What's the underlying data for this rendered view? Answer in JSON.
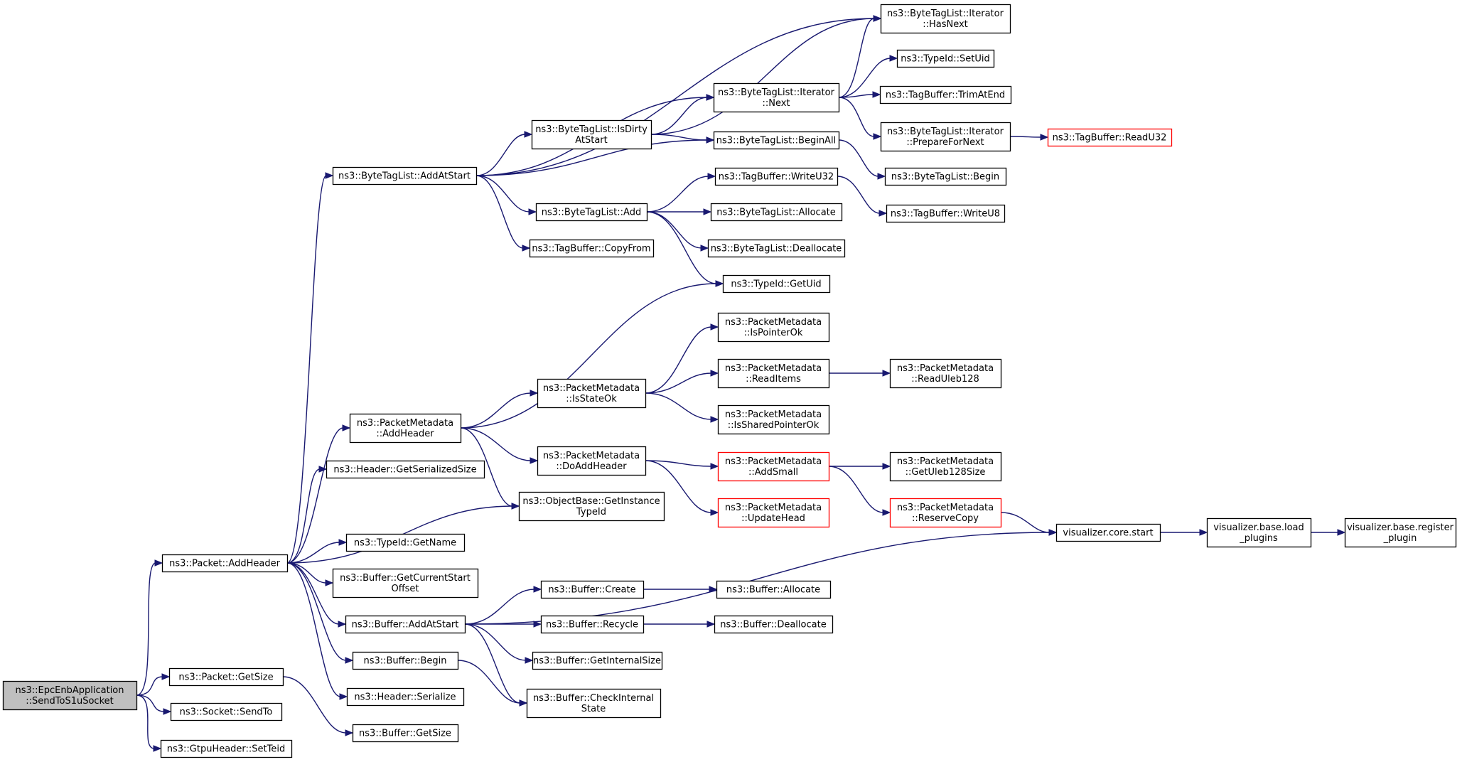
{
  "nodes": [
    {
      "id": "root",
      "lines": [
        "ns3::EpcEnbApplication",
        "::SendToS1uSocket"
      ],
      "style": "root"
    },
    {
      "id": "pkt_addheader",
      "lines": [
        "ns3::Packet::AddHeader"
      ]
    },
    {
      "id": "pkt_getsize",
      "lines": [
        "ns3::Packet::GetSize"
      ]
    },
    {
      "id": "sock_sendto",
      "lines": [
        "ns3::Socket::SendTo"
      ]
    },
    {
      "id": "gtpu_setteid",
      "lines": [
        "ns3::GtpuHeader::SetTeid"
      ]
    },
    {
      "id": "btl_addatstart",
      "lines": [
        "ns3::ByteTagList::AddAtStart"
      ]
    },
    {
      "id": "pm_addheader",
      "lines": [
        "ns3::PacketMetadata",
        "::AddHeader"
      ]
    },
    {
      "id": "hdr_getsersize",
      "lines": [
        "ns3::Header::GetSerializedSize"
      ]
    },
    {
      "id": "tid_getname",
      "lines": [
        "ns3::TypeId::GetName"
      ]
    },
    {
      "id": "buf_getcurstart",
      "lines": [
        "ns3::Buffer::GetCurrentStart",
        "Offset"
      ]
    },
    {
      "id": "buf_addatstart",
      "lines": [
        "ns3::Buffer::AddAtStart"
      ]
    },
    {
      "id": "buf_begin",
      "lines": [
        "ns3::Buffer::Begin"
      ]
    },
    {
      "id": "hdr_serialize",
      "lines": [
        "ns3::Header::Serialize"
      ]
    },
    {
      "id": "buf_getsize",
      "lines": [
        "ns3::Buffer::GetSize"
      ]
    },
    {
      "id": "btl_isdirty",
      "lines": [
        "ns3::ByteTagList::IsDirty",
        "AtStart"
      ]
    },
    {
      "id": "btl_add",
      "lines": [
        "ns3::ByteTagList::Add"
      ]
    },
    {
      "id": "tb_copyfrom",
      "lines": [
        "ns3::TagBuffer::CopyFrom"
      ]
    },
    {
      "id": "pm_isstateok",
      "lines": [
        "ns3::PacketMetadata",
        "::IsStateOk"
      ]
    },
    {
      "id": "pm_doaddheader",
      "lines": [
        "ns3::PacketMetadata",
        "::DoAddHeader"
      ]
    },
    {
      "id": "ob_getinstance",
      "lines": [
        "ns3::ObjectBase::GetInstance",
        "TypeId"
      ]
    },
    {
      "id": "buf_create",
      "lines": [
        "ns3::Buffer::Create"
      ]
    },
    {
      "id": "buf_recycle",
      "lines": [
        "ns3::Buffer::Recycle"
      ]
    },
    {
      "id": "buf_getinternal",
      "lines": [
        "ns3::Buffer::GetInternalSize"
      ]
    },
    {
      "id": "buf_checkinternal",
      "lines": [
        "ns3::Buffer::CheckInternal",
        "State"
      ]
    },
    {
      "id": "btli_next",
      "lines": [
        "ns3::ByteTagList::Iterator",
        "::Next"
      ]
    },
    {
      "id": "btl_beginall",
      "lines": [
        "ns3::ByteTagList::BeginAll"
      ]
    },
    {
      "id": "tb_writeu32",
      "lines": [
        "ns3::TagBuffer::WriteU32"
      ]
    },
    {
      "id": "btl_allocate",
      "lines": [
        "ns3::ByteTagList::Allocate"
      ]
    },
    {
      "id": "btl_deallocate",
      "lines": [
        "ns3::ByteTagList::Deallocate"
      ]
    },
    {
      "id": "tid_getuid",
      "lines": [
        "ns3::TypeId::GetUid"
      ]
    },
    {
      "id": "pm_ispointerok",
      "lines": [
        "ns3::PacketMetadata",
        "::IsPointerOk"
      ]
    },
    {
      "id": "pm_readitems",
      "lines": [
        "ns3::PacketMetadata",
        "::ReadItems"
      ]
    },
    {
      "id": "pm_issharedptrok",
      "lines": [
        "ns3::PacketMetadata",
        "::IsSharedPointerOk"
      ]
    },
    {
      "id": "pm_addsmall",
      "lines": [
        "ns3::PacketMetadata",
        "::AddSmall"
      ],
      "style": "red"
    },
    {
      "id": "pm_updatehead",
      "lines": [
        "ns3::PacketMetadata",
        "::UpdateHead"
      ],
      "style": "red"
    },
    {
      "id": "buf_allocate",
      "lines": [
        "ns3::Buffer::Allocate"
      ]
    },
    {
      "id": "buf_deallocate",
      "lines": [
        "ns3::Buffer::Deallocate"
      ]
    },
    {
      "id": "btli_hasnext",
      "lines": [
        "ns3::ByteTagList::Iterator",
        "::HasNext"
      ]
    },
    {
      "id": "tid_setuid",
      "lines": [
        "ns3::TypeId::SetUid"
      ]
    },
    {
      "id": "tb_trimatend",
      "lines": [
        "ns3::TagBuffer::TrimAtEnd"
      ]
    },
    {
      "id": "btli_prepare",
      "lines": [
        "ns3::ByteTagList::Iterator",
        "::PrepareForNext"
      ]
    },
    {
      "id": "btl_begin",
      "lines": [
        "ns3::ByteTagList::Begin"
      ]
    },
    {
      "id": "tb_writeu8",
      "lines": [
        "ns3::TagBuffer::WriteU8"
      ]
    },
    {
      "id": "pm_readuleb",
      "lines": [
        "ns3::PacketMetadata",
        "::ReadUleb128"
      ]
    },
    {
      "id": "pm_getulebsize",
      "lines": [
        "ns3::PacketMetadata",
        "::GetUleb128Size"
      ]
    },
    {
      "id": "pm_reservecopy",
      "lines": [
        "ns3::PacketMetadata",
        "::ReserveCopy"
      ],
      "style": "red"
    },
    {
      "id": "vis_core_start",
      "lines": [
        "visualizer.core.start"
      ]
    },
    {
      "id": "tb_readu32",
      "lines": [
        "ns3::TagBuffer::ReadU32"
      ],
      "style": "red"
    },
    {
      "id": "vis_load_plugins",
      "lines": [
        "visualizer.base.load",
        "_plugins"
      ]
    },
    {
      "id": "vis_register_plugin",
      "lines": [
        "visualizer.base.register",
        "_plugin"
      ]
    }
  ],
  "edges": [
    [
      "root",
      "pkt_addheader"
    ],
    [
      "root",
      "pkt_getsize"
    ],
    [
      "root",
      "sock_sendto"
    ],
    [
      "root",
      "gtpu_setteid"
    ],
    [
      "pkt_addheader",
      "btl_addatstart"
    ],
    [
      "pkt_addheader",
      "pm_addheader"
    ],
    [
      "pkt_addheader",
      "hdr_getsersize"
    ],
    [
      "pkt_addheader",
      "ob_getinstance"
    ],
    [
      "pkt_addheader",
      "tid_getname"
    ],
    [
      "pkt_addheader",
      "buf_getcurstart"
    ],
    [
      "pkt_addheader",
      "buf_addatstart"
    ],
    [
      "pkt_addheader",
      "buf_begin"
    ],
    [
      "pkt_addheader",
      "hdr_serialize"
    ],
    [
      "pkt_getsize",
      "buf_getsize"
    ],
    [
      "btl_addatstart",
      "btli_hasnext"
    ],
    [
      "btl_addatstart",
      "btli_next"
    ],
    [
      "btl_addatstart",
      "btl_isdirty"
    ],
    [
      "btl_addatstart",
      "btl_beginall"
    ],
    [
      "btl_addatstart",
      "btl_add"
    ],
    [
      "btl_addatstart",
      "tb_copyfrom"
    ],
    [
      "btl_isdirty",
      "btli_hasnext"
    ],
    [
      "btl_isdirty",
      "btli_next"
    ],
    [
      "btl_isdirty",
      "btl_beginall"
    ],
    [
      "btli_next",
      "btli_hasnext"
    ],
    [
      "btli_next",
      "tid_setuid"
    ],
    [
      "btli_next",
      "tb_trimatend"
    ],
    [
      "btli_next",
      "btli_prepare"
    ],
    [
      "btli_prepare",
      "tb_readu32"
    ],
    [
      "btl_beginall",
      "btl_begin"
    ],
    [
      "btl_add",
      "tb_writeu32"
    ],
    [
      "btl_add",
      "btl_allocate"
    ],
    [
      "btl_add",
      "btl_deallocate"
    ],
    [
      "btl_add",
      "tid_getuid"
    ],
    [
      "tb_writeu32",
      "tb_writeu8"
    ],
    [
      "pm_addheader",
      "tid_getuid"
    ],
    [
      "pm_addheader",
      "pm_isstateok"
    ],
    [
      "pm_addheader",
      "pm_doaddheader"
    ],
    [
      "pm_addheader",
      "ob_getinstance"
    ],
    [
      "pm_isstateok",
      "pm_ispointerok"
    ],
    [
      "pm_isstateok",
      "pm_readitems"
    ],
    [
      "pm_isstateok",
      "pm_issharedptrok"
    ],
    [
      "pm_readitems",
      "pm_readuleb"
    ],
    [
      "pm_doaddheader",
      "pm_addsmall"
    ],
    [
      "pm_doaddheader",
      "pm_updatehead"
    ],
    [
      "pm_addsmall",
      "pm_getulebsize"
    ],
    [
      "pm_addsmall",
      "pm_reservecopy"
    ],
    [
      "pm_reservecopy",
      "vis_core_start"
    ],
    [
      "buf_addatstart",
      "vis_core_start"
    ],
    [
      "buf_addatstart",
      "buf_create"
    ],
    [
      "buf_addatstart",
      "buf_recycle"
    ],
    [
      "buf_addatstart",
      "buf_getinternal"
    ],
    [
      "buf_addatstart",
      "buf_checkinternal"
    ],
    [
      "buf_begin",
      "buf_checkinternal"
    ],
    [
      "buf_create",
      "buf_allocate"
    ],
    [
      "buf_recycle",
      "buf_deallocate"
    ],
    [
      "vis_core_start",
      "vis_load_plugins"
    ],
    [
      "vis_load_plugins",
      "vis_register_plugin"
    ]
  ]
}
